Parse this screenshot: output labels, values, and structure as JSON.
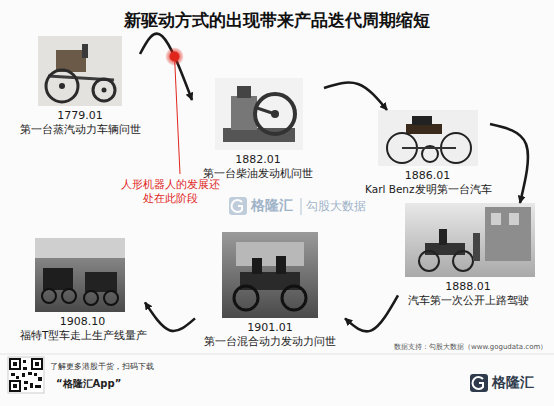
{
  "diagram": {
    "title": "新驱动方式的出现带来产品迭代周期缩短",
    "nodes": [
      {
        "text": [
          "1779.01",
          "第一台蒸汽动力车辆问世"
        ]
      },
      {
        "text": [
          "1882.01",
          "第一台柴油发动机问世"
        ]
      },
      {
        "text": [
          "1886.01",
          "Karl Benz发明第一台汽车"
        ]
      },
      {
        "text": [
          "1888.01",
          "汽车第一次公开上路驾驶"
        ]
      },
      {
        "text": [
          "1901.01",
          "第一台混合动力发动力问世"
        ]
      },
      {
        "text": [
          "1908.10",
          "福特T型车走上生产线量产"
        ]
      }
    ],
    "edges": [
      {
        "from": 0,
        "to": 1,
        "arrow": "to"
      },
      {
        "from": 1,
        "to": 2,
        "arrow": "to"
      },
      {
        "from": 2,
        "to": 3,
        "arrow": "to"
      },
      {
        "from": 3,
        "to": 4,
        "arrow": "to"
      },
      {
        "from": 4,
        "to": 5,
        "arrow": "to"
      }
    ],
    "labels": [
      "人形机器人的发展还处在此阶段",
      "格隆汇",
      "勾股大数据",
      "数据支持：勾股大数据（www.gogudata.com）",
      "了解更多港股干货，扫码下载",
      "“格隆汇App”",
      "格隆汇"
    ]
  }
}
